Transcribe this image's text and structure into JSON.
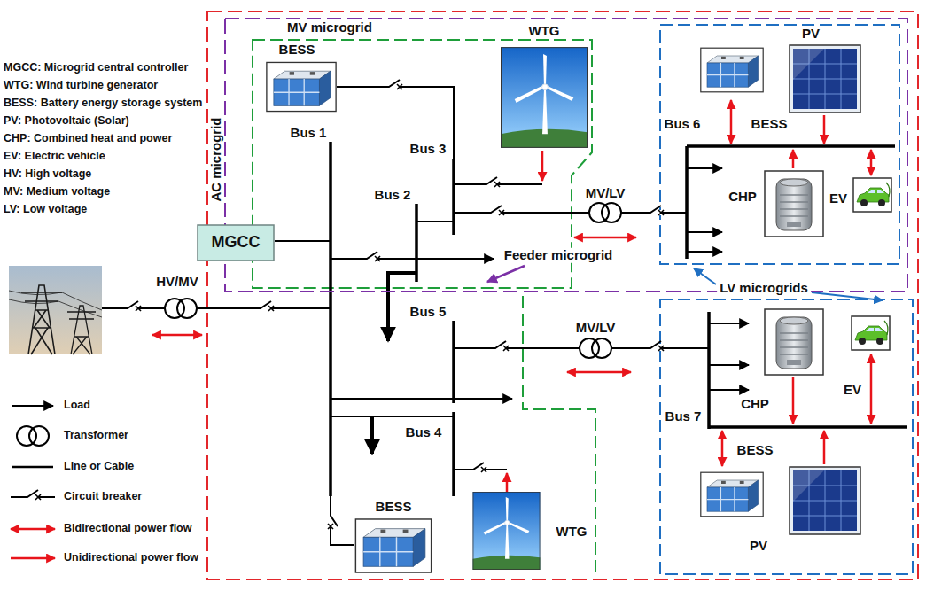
{
  "diagram": {
    "nodes": [
      {
        "text": [
          "AC microgrid"
        ]
      },
      {
        "text": [
          "MV microgrid"
        ],
        "in": 0
      },
      {
        "text": [
          "MGCC"
        ]
      }
    ],
    "labels": [
      "MGCC: Microgrid central controller",
      "WTG: Wind turbine generator",
      "BESS: Battery energy storage system",
      "PV: Photovoltaic (Solar)",
      "CHP: Combined heat and power",
      "EV: Electric vehicle",
      "HV: High voltage",
      "MV: Medium voltage",
      "LV: Low voltage",
      "BESS",
      "WTG",
      "Bus 1",
      "Bus 3",
      "Bus 2",
      "MV/LV",
      "Feeder microgrid",
      "PV",
      "BESS",
      "Bus 6",
      "CHP",
      "EV",
      "HV/MV",
      "LV microgrids",
      "Bus 5",
      "MV/LV",
      "Bus 4",
      "Bus 7",
      "CHP",
      "EV",
      "BESS",
      "PV",
      "WTG",
      "BESS"
    ],
    "legend": [
      {
        "text": "Load"
      },
      {
        "text": "Transformer"
      },
      {
        "text": "Line or Cable"
      },
      {
        "text": "Circuit breaker"
      },
      {
        "text": "Bidirectional power flow"
      },
      {
        "text": "Unidirectional power flow"
      }
    ]
  }
}
